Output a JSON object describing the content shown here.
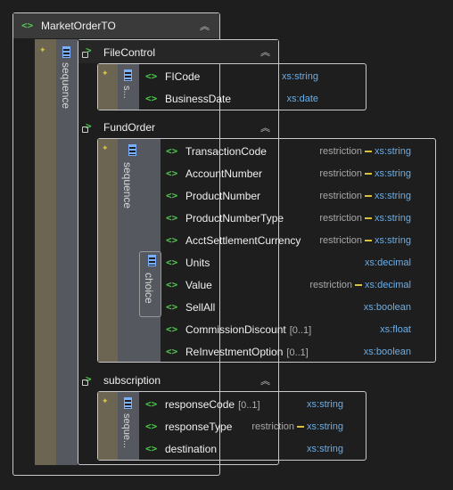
{
  "root": {
    "title": "MarketOrderTO",
    "chevron": "chevron-up-icon",
    "compositor": "sequence"
  },
  "file_control": {
    "title": "FileControl",
    "compositor": "s...",
    "rows": [
      {
        "name": "FICode",
        "type": "xs:string"
      },
      {
        "name": "BusinessDate",
        "type": "xs:date"
      }
    ]
  },
  "fund_order": {
    "title": "FundOrder",
    "compositor": "sequence",
    "choice_label": "choice",
    "rows": [
      {
        "name": "TransactionCode",
        "restriction": "restriction",
        "type": "xs:string"
      },
      {
        "name": "AccountNumber",
        "restriction": "restriction",
        "type": "xs:string"
      },
      {
        "name": "ProductNumber",
        "restriction": "restriction",
        "type": "xs:string"
      },
      {
        "name": "ProductNumberType",
        "restriction": "restriction",
        "type": "xs:string"
      },
      {
        "name": "AcctSettlementCurrency",
        "restriction": "restriction",
        "type": "xs:string"
      },
      {
        "name": "Units",
        "type": "xs:decimal"
      },
      {
        "name": "Value",
        "restriction": "restriction",
        "type": "xs:decimal"
      },
      {
        "name": "SellAll",
        "type": "xs:boolean"
      },
      {
        "name": "CommissionDiscount",
        "occurs": "[0..1]",
        "type": "xs:float"
      },
      {
        "name": "ReInvestmentOption",
        "occurs": "[0..1]",
        "type": "xs:boolean"
      }
    ]
  },
  "subscription": {
    "title": "subscription",
    "compositor": "seque...",
    "rows": [
      {
        "name": "responseCode",
        "occurs": "[0..1]",
        "type": "xs:string"
      },
      {
        "name": "responseType",
        "restriction": "restriction",
        "type": "xs:string"
      },
      {
        "name": "destination",
        "type": "xs:string"
      }
    ]
  },
  "colors": {
    "background": "#1e1e1e",
    "element_icon": "#4ec94e",
    "type_text": "#6aaee8",
    "restriction_dash": "#d9c23a",
    "compositor_bar": "#6b6552"
  }
}
